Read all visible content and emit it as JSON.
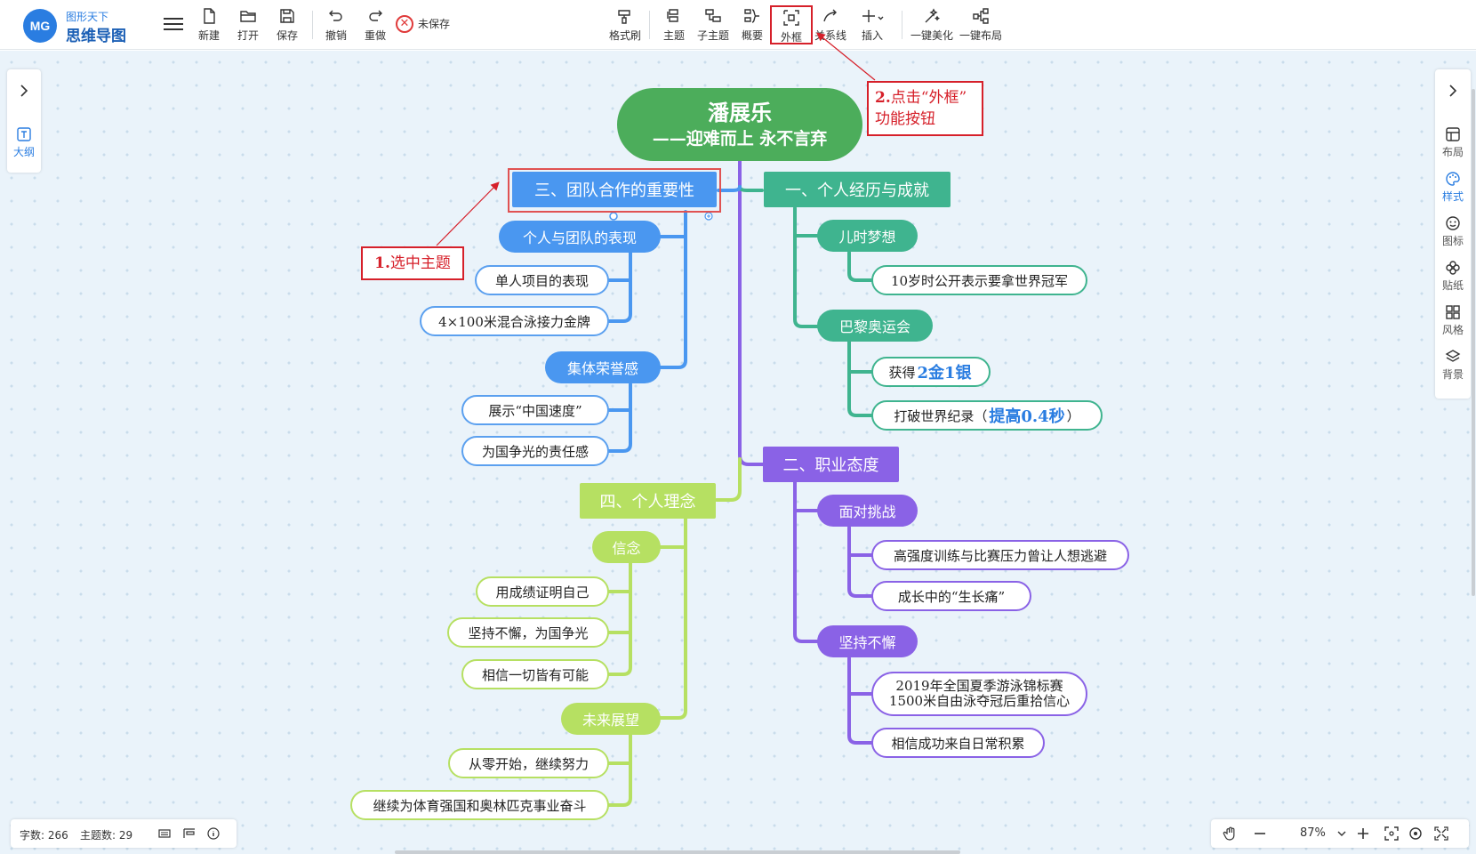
{
  "app": {
    "logo_mark": "MG",
    "logo_top": "图形天下",
    "logo_bottom": "思维导图"
  },
  "toolbar": {
    "new": "新建",
    "open": "打开",
    "save": "保存",
    "undo": "撤销",
    "redo": "重做",
    "unsaved": "未保存",
    "format_brush": "格式刷",
    "topic": "主题",
    "subtopic": "子主题",
    "summary": "概要",
    "boundary": "外框",
    "relation": "关系线",
    "insert": "插入",
    "beautify": "一键美化",
    "auto_layout": "一键布局"
  },
  "left_panel": {
    "outline": "大纲"
  },
  "right_panel": {
    "layout": "布局",
    "style": "样式",
    "icon": "图标",
    "sticker": "贴纸",
    "theme": "风格",
    "background": "背景"
  },
  "status": {
    "word_count": "字数: 266",
    "topic_count": "主题数: 29"
  },
  "zoom": {
    "value": "87%"
  },
  "annotations": {
    "step1_num": "1.",
    "step1_text": "选中主题",
    "step2_num": "2.",
    "step2_line1": "点击“外框”",
    "step2_line2": "功能按钮"
  },
  "colors": {
    "blue": "#4a97f0",
    "teal": "#3fb48f",
    "purple": "#8a62e6",
    "lime": "#b6e062",
    "root": "#4cad5b",
    "annotation": "#d6202a"
  },
  "mindmap": {
    "root": {
      "title": "潘展乐",
      "subtitle": "——迎难而上 永不言弃"
    },
    "b3": {
      "title": "三、团队合作的重要性",
      "s1": "个人与团队的表现",
      "l1": "单人项目的表现",
      "l2": "4×100米混合泳接力金牌",
      "s2": "集体荣誉感",
      "l3": "展示“中国速度”",
      "l4": "为国争光的责任感"
    },
    "b1": {
      "title": "一、个人经历与成就",
      "s1": "儿时梦想",
      "l1": "10岁时公开表示要拿世界冠军",
      "s2": "巴黎奥运会",
      "l2_pre": "获得",
      "l2_bold": "2金1银",
      "l3_pre": "打破世界纪录（",
      "l3_bold": "提高0.4秒",
      "l3_post": "）"
    },
    "b2": {
      "title": "二、职业态度",
      "s1": "面对挑战",
      "l1": "高强度训练与比赛压力曾让人想逃避",
      "l2": "成长中的“生长痛”",
      "s2": "坚持不懈",
      "l3a": "2019年全国夏季游泳锦标赛",
      "l3b": "1500米自由泳夺冠后重拾信心",
      "l4": "相信成功来自日常积累"
    },
    "b4": {
      "title": "四、个人理念",
      "s1": "信念",
      "l1": "用成绩证明自己",
      "l2": "坚持不懈，为国争光",
      "l3": "相信一切皆有可能",
      "s2": "未来展望",
      "l4": "从零开始，继续努力",
      "l5": "继续为体育强国和奥林匹克事业奋斗"
    }
  }
}
